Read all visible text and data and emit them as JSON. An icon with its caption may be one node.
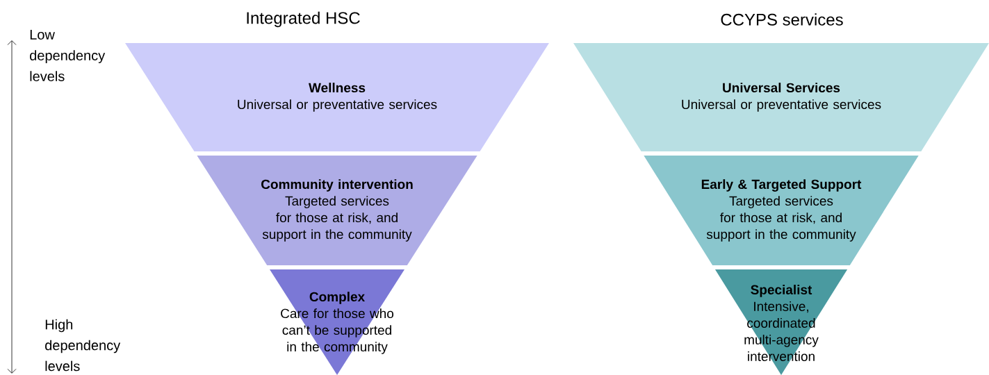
{
  "diagram": {
    "nodes": [
      {
        "text": [
          "Wellness",
          "Universal or preventative services"
        ]
      },
      {
        "text": [
          "Community intervention",
          "Targeted services for those at risk, and support in the community"
        ]
      },
      {
        "text": [
          "Complex",
          "Care for those who can’t be supported in the community"
        ]
      },
      {
        "text": [
          "Universal Services",
          "Universal or preventative services"
        ]
      },
      {
        "text": [
          "Early & Targeted Support",
          "Targeted services for those at risk, and support in the community"
        ]
      },
      {
        "text": [
          "Specialist",
          "Intensive, coordinated multi-agency intervention"
        ]
      }
    ],
    "labels": [
      "Integrated HSC",
      "CCYPS services",
      "Low dependency levels",
      "High dependency levels"
    ]
  }
}
